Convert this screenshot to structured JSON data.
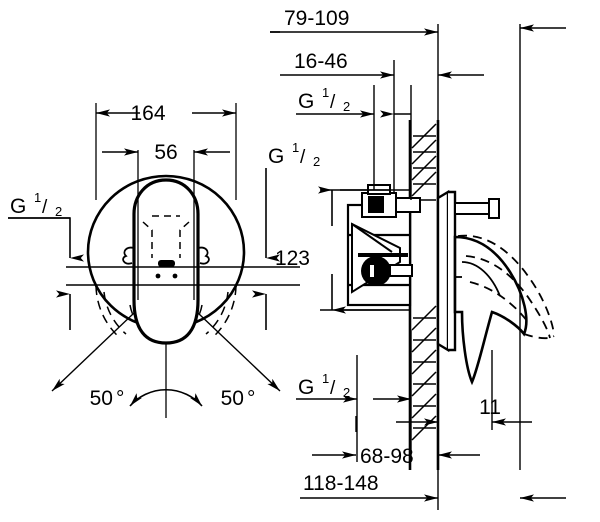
{
  "drawing": {
    "title": "Concealed single-lever bath mixer installation drawing",
    "type": "technical-dimension-drawing",
    "line_color": "#000000",
    "background_color": "#ffffff",
    "views": [
      {
        "name": "front-view",
        "description": "Circular escutcheon with lever handle, front elevation"
      },
      {
        "name": "section-view",
        "description": "Wall cross-section with concealed valve body and lever handle, side elevation"
      }
    ]
  },
  "dimensions": {
    "width_164": {
      "value": "164",
      "name": "escutcheon-width"
    },
    "width_56": {
      "value": "56",
      "name": "handle-width"
    },
    "height_123": {
      "value": "123",
      "name": "valve-height"
    },
    "depth_79_109": {
      "value": "79-109",
      "name": "rough-in-depth-range"
    },
    "depth_16_46": {
      "value": "16-46",
      "name": "inlet-depth-range"
    },
    "depth_68_98": {
      "value": "68-98",
      "name": "body-depth-range"
    },
    "depth_118_148": {
      "value": "118-148",
      "name": "total-depth-range"
    },
    "depth_11": {
      "value": "11",
      "name": "escutcheon-thickness"
    },
    "angle_left": {
      "value": "50",
      "unit": "°",
      "name": "left-swivel-angle"
    },
    "angle_right": {
      "value": "50",
      "unit": "°",
      "name": "right-swivel-angle"
    }
  },
  "thread_labels": [
    {
      "id": "g-left",
      "main": "G",
      "sup": "1",
      "slash": "/",
      "sub": "2",
      "name": "thread-label-left"
    },
    {
      "id": "g-front-right",
      "main": "G",
      "sup": "1",
      "slash": "/",
      "sub": "2",
      "name": "thread-label-front-right"
    },
    {
      "id": "g-top",
      "main": "G",
      "sup": "1",
      "slash": "/",
      "sub": "2",
      "name": "thread-label-top"
    },
    {
      "id": "g-bottom",
      "main": "G",
      "sup": "1",
      "slash": "/",
      "sub": "2",
      "name": "thread-label-bottom"
    }
  ]
}
